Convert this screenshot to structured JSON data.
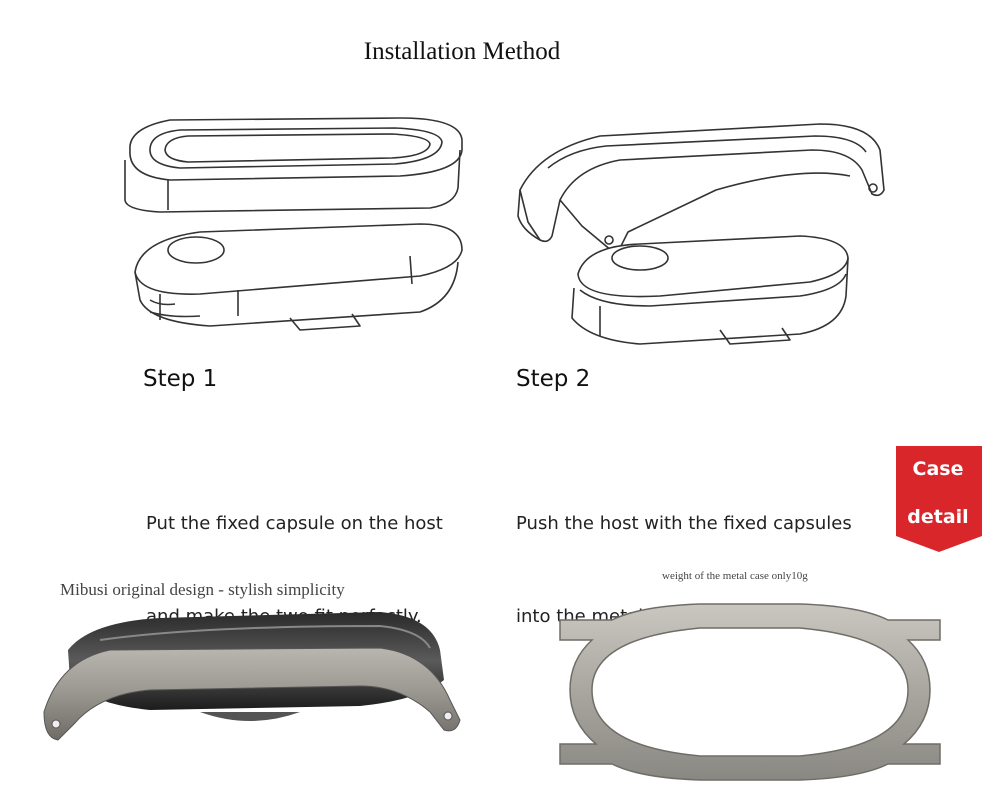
{
  "header": {
    "title": "Installation Method"
  },
  "steps": [
    {
      "label": "Step 1",
      "line1": "Put the fixed capsule on the host",
      "line2": "and make the two fit perfectly."
    },
    {
      "label": "Step 2",
      "line1": "Push the host with the fixed capsules",
      "line2": "into the metal shell from the rear."
    }
  ],
  "badge": {
    "line1": "Case",
    "line2": "detail",
    "color": "#d9262b"
  },
  "bottom": {
    "left_caption": "Mibusi original design - stylish simplicity",
    "right_caption": "weight of the metal case only10g"
  }
}
